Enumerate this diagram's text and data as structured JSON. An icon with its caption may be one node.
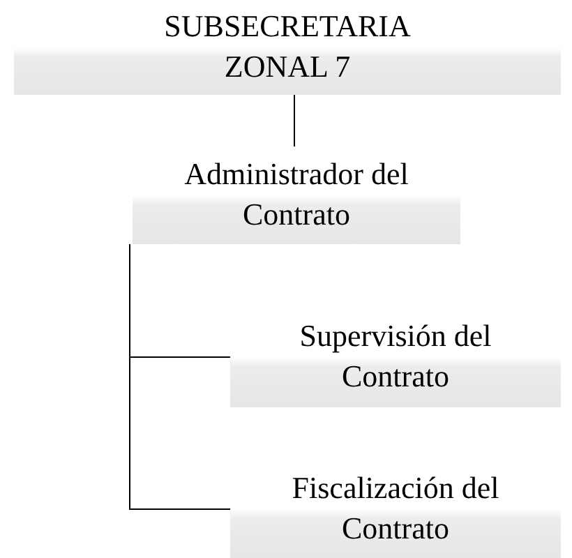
{
  "diagram": {
    "nodes": [
      {
        "text": [
          "SUBSECRETARIA ZONAL 7"
        ]
      },
      {
        "text": [
          "Administrador del Contrato"
        ]
      },
      {
        "text": [
          "Supervisión del Contrato"
        ]
      },
      {
        "text": [
          "Fiscalización del Contrato"
        ]
      }
    ],
    "edges": [
      {
        "from": 0,
        "to": 1,
        "arrow": "none"
      },
      {
        "from": 1,
        "to": 2,
        "arrow": "none"
      },
      {
        "from": 1,
        "to": 3,
        "arrow": "none"
      }
    ]
  }
}
